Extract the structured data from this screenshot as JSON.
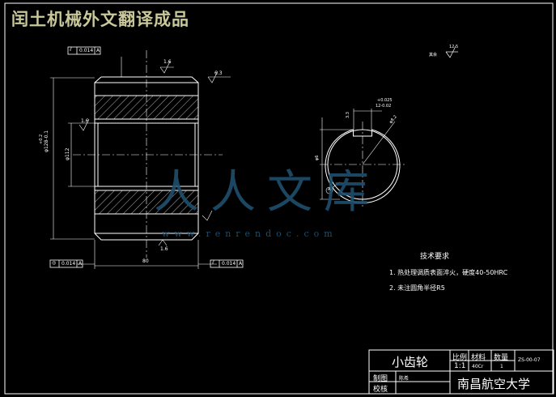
{
  "banner": "闰土机械外文翻译成品",
  "watermark": {
    "text": "人人文库",
    "url": "www.renrendoc.com"
  },
  "tolerance_frames": {
    "top": {
      "symbol": "⫽",
      "value": "0.014",
      "datum": "A"
    },
    "bottom_left": {
      "symbol": "◎",
      "value": "0.014",
      "datum": "A"
    },
    "bottom_right": {
      "symbol": "⫽",
      "value": "0.014",
      "datum": "A"
    }
  },
  "dims": {
    "outer_dia": "φ128-0.1",
    "outer_dia_tol": "+0.2",
    "bore_dia": "φ112",
    "length": "80",
    "rough_top": "1.6",
    "rough_chamfer": "6.3",
    "rough_left": "1.6",
    "rough_bottom": "1.6",
    "keyway_width_tol": "+0.025",
    "keyway_width": "12-0.02",
    "keyway_depth": "3.3",
    "keyway_dia": "φ8.2",
    "bore_tol": "φ6",
    "section_label": "A",
    "rough_note_label": "其余",
    "rough_note_value": "12.5"
  },
  "tech": {
    "title": "技术要求",
    "items": [
      "1.  热处理调质表面淬火，硬度40-50HRC",
      "2.  未注圆角半径R5"
    ]
  },
  "title_block": {
    "part_name": "小齿轮",
    "scale_label": "比例",
    "material_label": "材料",
    "qty_label": "数量",
    "drawing_no": "ZS-00-07",
    "scale": "1:1",
    "material": "40Cr",
    "qty": "1",
    "drawn_label": "制图",
    "drawn_by": "陈希",
    "checked_label": "校核",
    "school": "南昌航空大学"
  }
}
